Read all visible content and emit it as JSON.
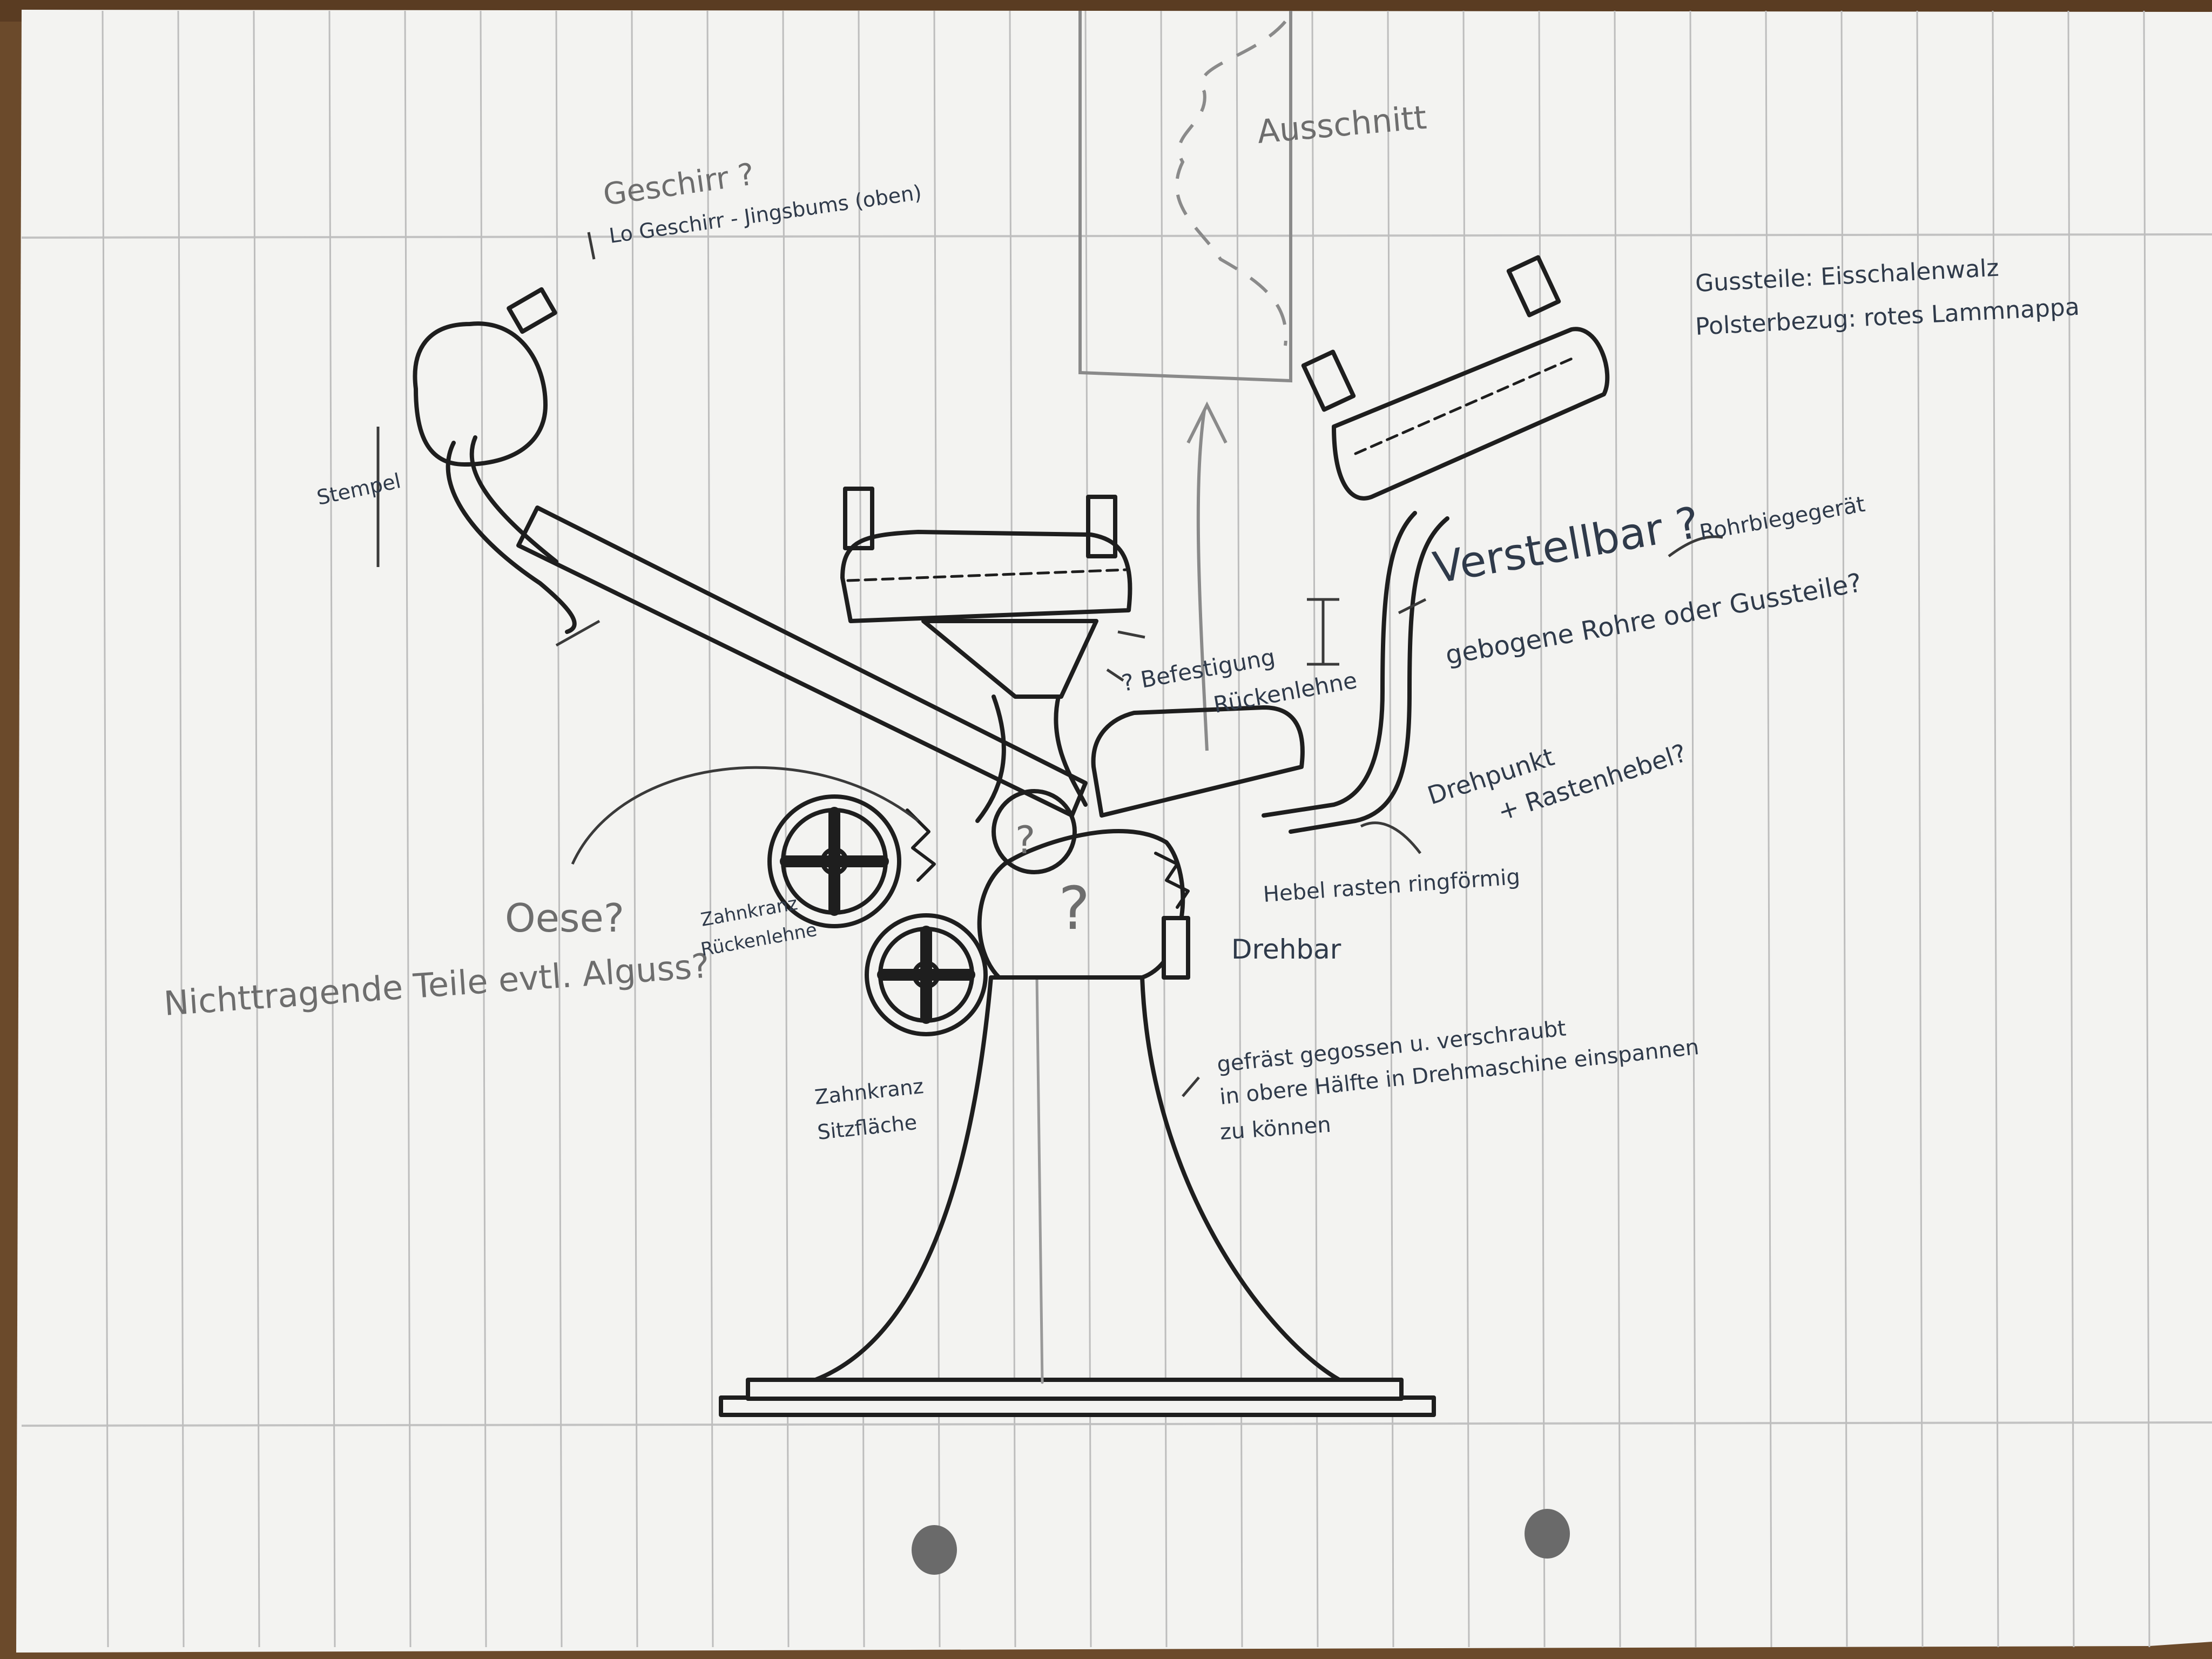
{
  "paper": {
    "color": "#f3f3f1",
    "rule_color": "#b9b9b9",
    "ink_color": "#1e1e1e",
    "pencil_color": "#7a7a7a"
  },
  "annotations": {
    "geschirr": "Geschirr ?",
    "geschirr_sub": "Lo Geschirr - Jingsbums (oben)",
    "ausschnitt": "Ausschnitt",
    "gussteile_1": "Gussteile: Eisschalenwalz",
    "gussteile_2": "Polsterbezug: rotes Lammnappa",
    "stempel": "Stempel",
    "verstellbar": "Verstellbar ?",
    "rohrbiege": "Rohrbiegegerät",
    "gebogene_rohre": "gebogene Rohre oder Gussteile?",
    "befestigung_1": "? Befestigung",
    "befestigung_2": "Rückenlehne",
    "drehpunkt_1": "Drehpunkt",
    "drehpunkt_2": "+ Rastenhebel?",
    "oese": "Oese?",
    "nichttragende": "Nichttragende Teile evtl. Alguss?",
    "zahnkranz_rl_1": "Zahnkranz",
    "zahnkranz_rl_2": "Rückenlehne",
    "hebel": "Hebel rasten ringförmig",
    "drehbar": "Drehbar",
    "gefraest_1": "gefräst gegossen u. verschraubt",
    "gefraest_2": "in obere Hälfte in Drehmaschine einspannen",
    "gefraest_3": "zu können",
    "zahnkranz_sf_1": "Zahnkranz",
    "zahnkranz_sf_2": "Sitzfläche",
    "q_wheel": "?",
    "q_hub": "?"
  }
}
